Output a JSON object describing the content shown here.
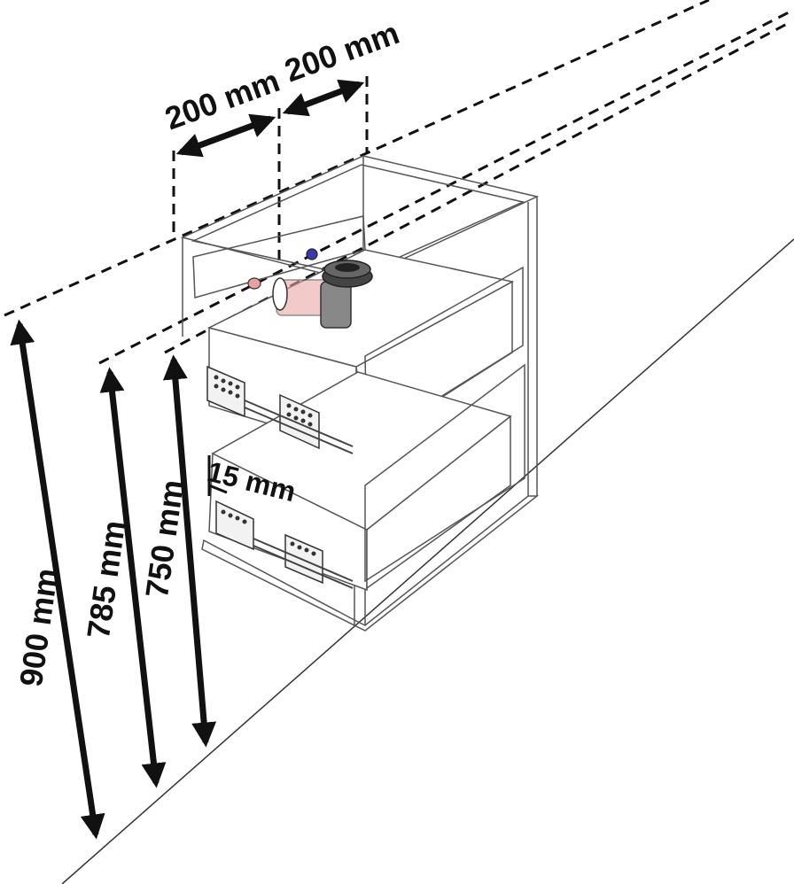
{
  "dimensions": {
    "width_left": "200 mm",
    "width_right": "200 mm",
    "height_900": "900 mm",
    "height_785": "785 mm",
    "height_750": "750 mm",
    "gap": "15 mm"
  },
  "colors": {
    "line": "#111111",
    "cabinet": "#555555",
    "pipe_hot": "#e8a0a0",
    "pipe_cold": "#3a3aa8",
    "siphon": "#444444"
  }
}
